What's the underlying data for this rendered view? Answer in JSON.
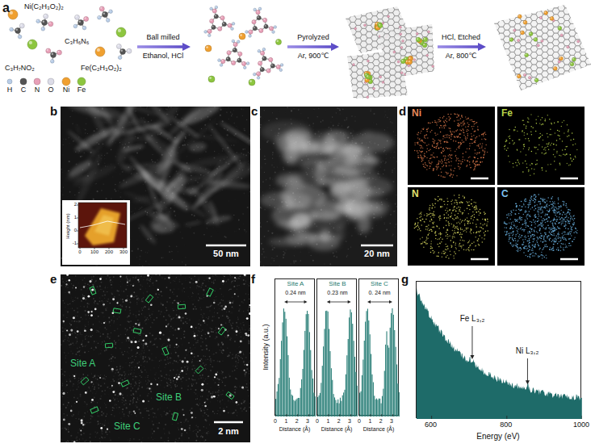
{
  "diagram": {
    "nodes": [
      {
        "text": [
          "50 nm"
        ]
      },
      {
        "text": [
          "20 nm"
        ]
      },
      {
        "text": [
          "Ni"
        ]
      },
      {
        "text": [
          "Fe"
        ]
      },
      {
        "text": [
          "N"
        ]
      },
      {
        "text": [
          "C"
        ]
      },
      {
        "text": [
          "Site A",
          "Site B",
          "Site C",
          "2 nm"
        ]
      },
      {
        "text": [
          "Site A",
          "0.24 nm"
        ]
      },
      {
        "text": [
          "Site B",
          "0.23 nm"
        ]
      },
      {
        "text": [
          "Site C",
          "0. 24 nm"
        ]
      },
      {
        "text": [
          "Fe L₃,₂",
          "Ni L₃,₂"
        ]
      }
    ],
    "labels": [
      "a",
      "Ni(C₂H₃O₂)₂",
      "C₃H₆N₆",
      "C₃H₇NO₂",
      "Fe(C₂H₃O₂)₂",
      "Ball milled",
      "Ethanol, HCl",
      "Pyrolyzed",
      "Ar, 900℃",
      "HCl, Etched",
      "Ar, 800℃",
      "b",
      "c",
      "d",
      "e",
      "f",
      "g",
      "Height (nm)",
      "2",
      "1",
      "0",
      "-1",
      "0",
      "100",
      "200",
      "300",
      "Intensity (a.u.)",
      "0",
      "1",
      "2",
      "3",
      "0",
      "1",
      "2",
      "3",
      "0",
      "1",
      "2",
      "3",
      "Distance (Å)",
      "Distance (Å)",
      "Distance (Å)",
      "600",
      "800",
      "1000",
      "Energy (eV)"
    ],
    "legend": [
      {
        "text": "H",
        "color": "#b8cde8"
      },
      {
        "text": "C",
        "color": "#555555"
      },
      {
        "text": "N",
        "color": "#e8a0b8"
      },
      {
        "text": "O",
        "color": "#dcdce8"
      },
      {
        "text": "Ni",
        "color": "#f0a030"
      },
      {
        "text": "Fe",
        "color": "#8dc63f"
      }
    ]
  }
}
